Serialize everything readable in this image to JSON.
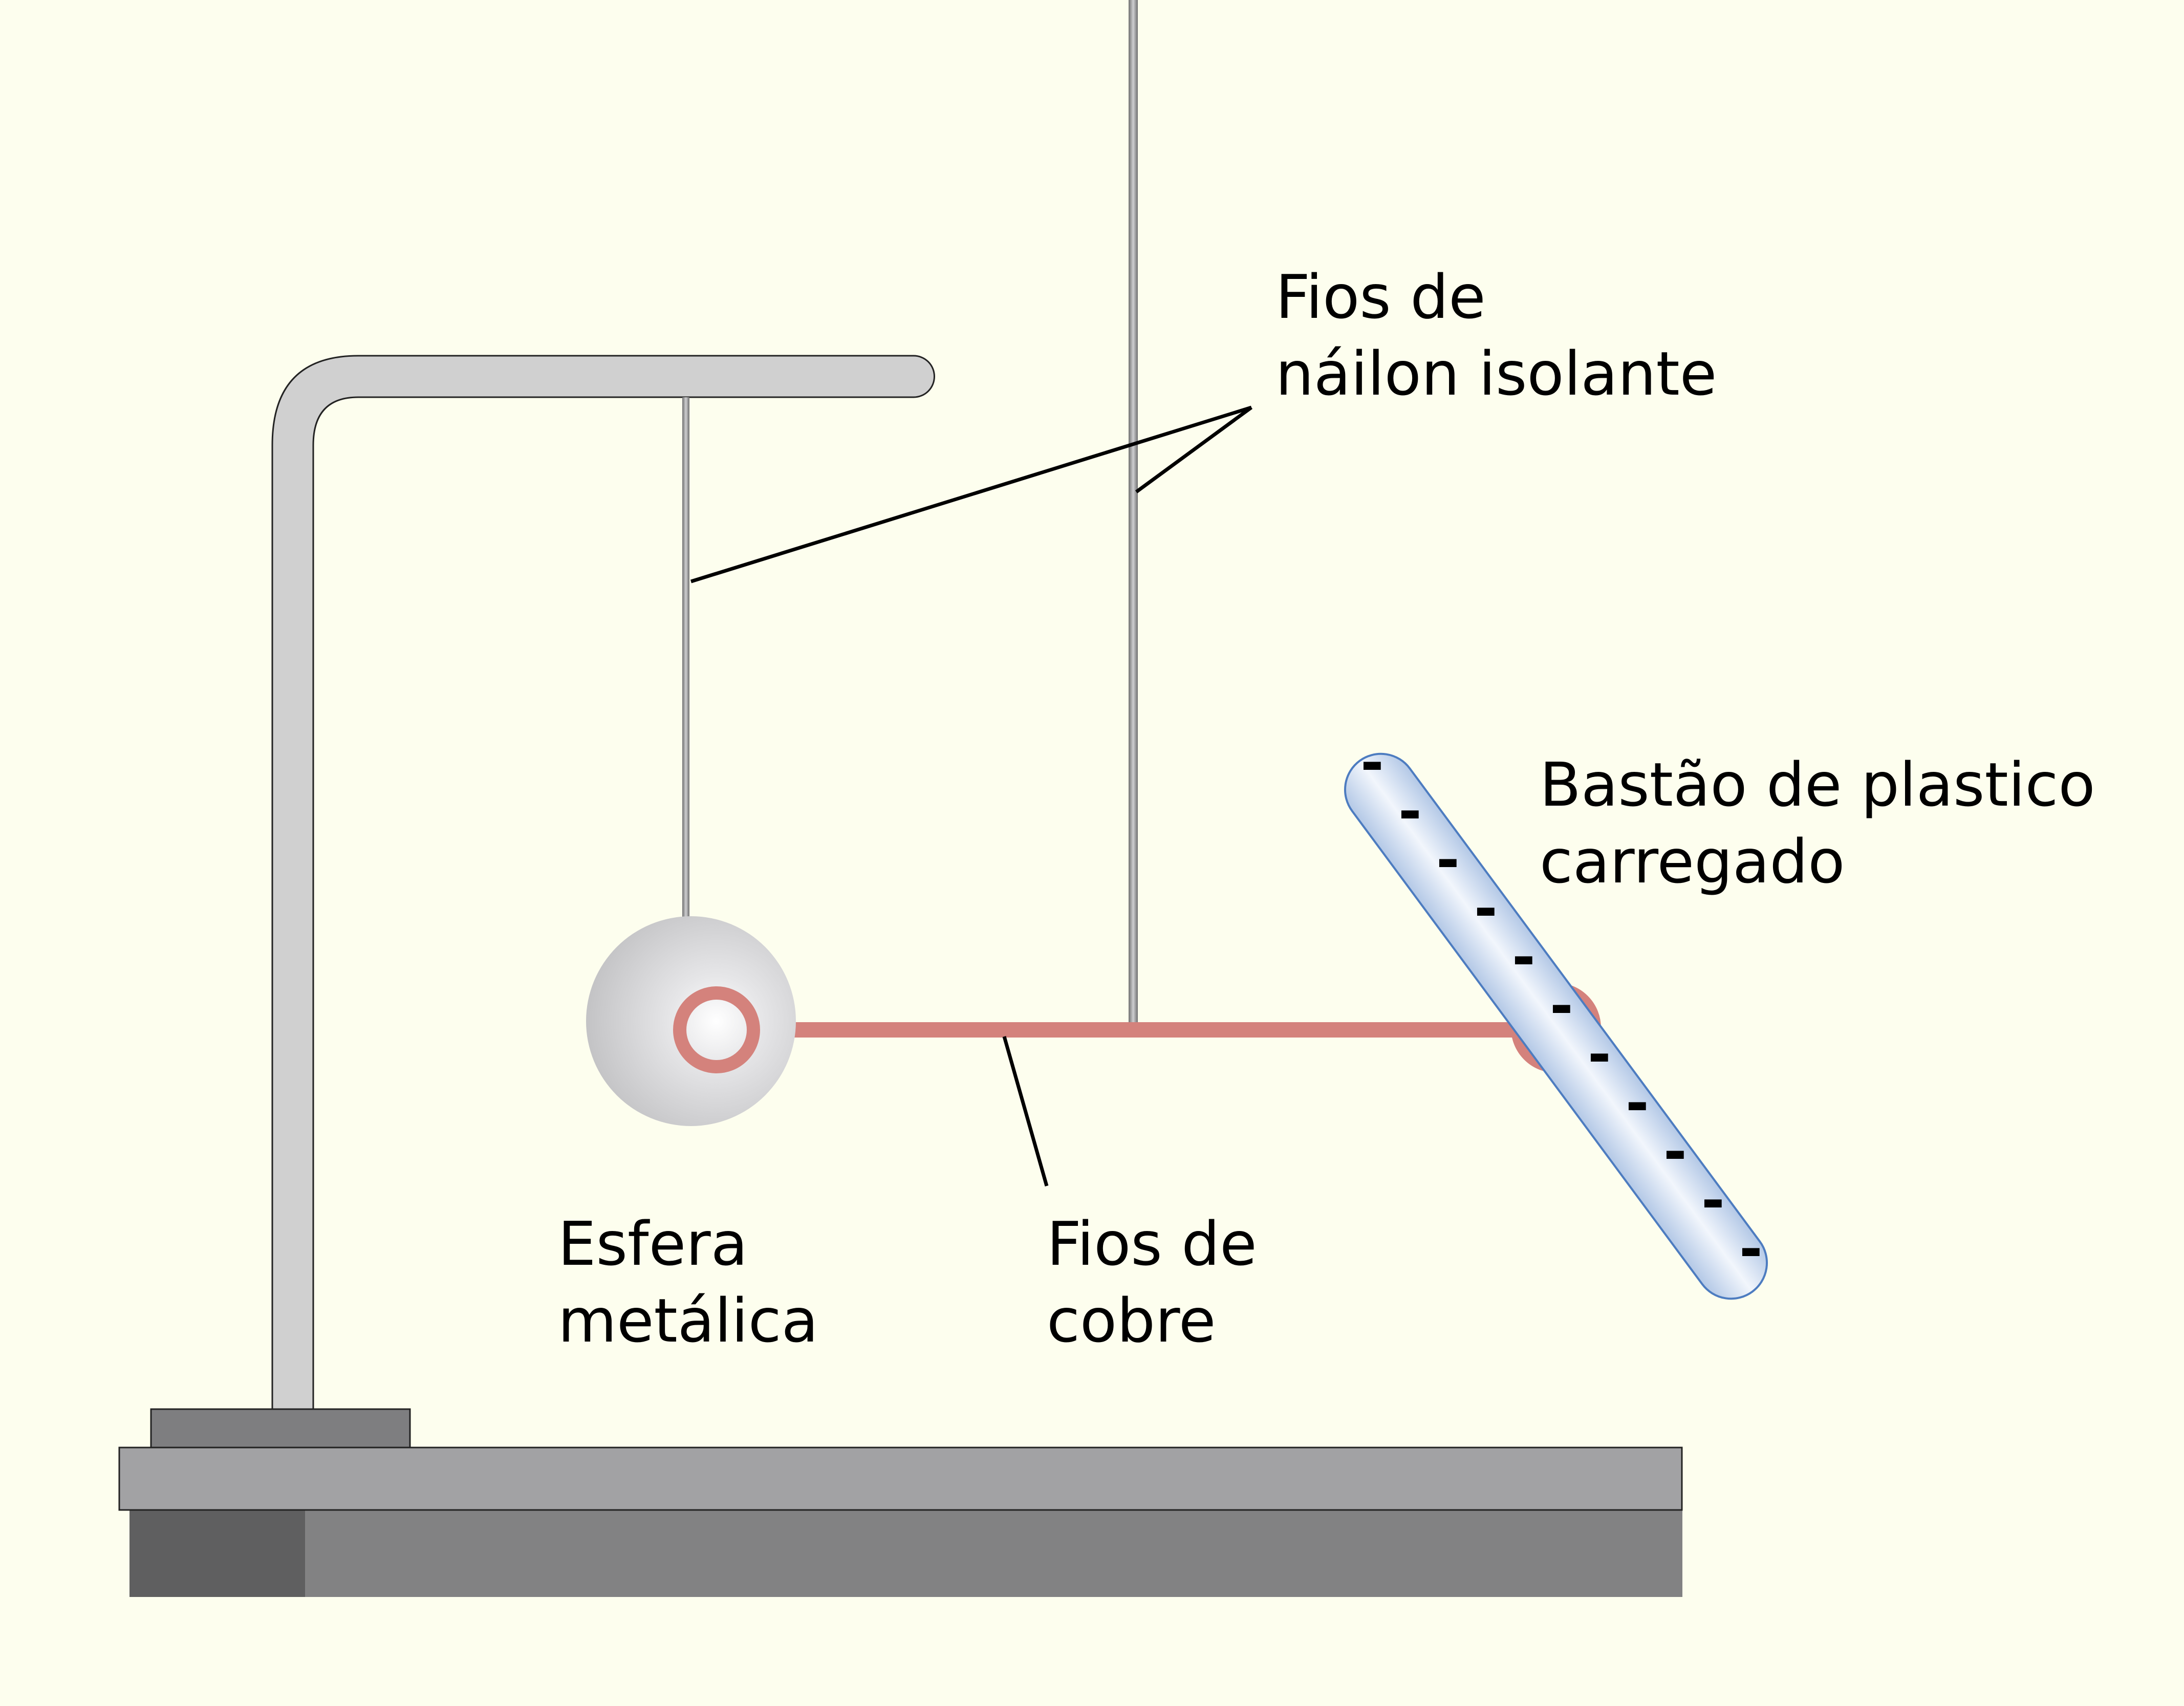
{
  "labels": {
    "nylon_threads": {
      "line1": "Fios de",
      "line2": "náilon isolante"
    },
    "plastic_rod": {
      "line1": "Bastão de plastico",
      "line2": "carregado"
    },
    "metal_sphere": {
      "line1": "Esfera",
      "line2": "metálica"
    },
    "copper_wire": {
      "line1": "Fios de",
      "line2": "cobre"
    }
  },
  "rod_charge_sign": "-",
  "colors": {
    "background": "#fdfeee",
    "stand": "#d0d0d0",
    "base_top": "#a2a2a4",
    "base_front": "#828283",
    "base_front_dark": "#5f5f60",
    "foot": "#7e7e80",
    "copper": "#d4827c",
    "rod_fill": "#b9cde8",
    "rod_stroke": "#4d7cc0",
    "sphere": "#c9c9cb",
    "thread": "#8a8a8a"
  }
}
